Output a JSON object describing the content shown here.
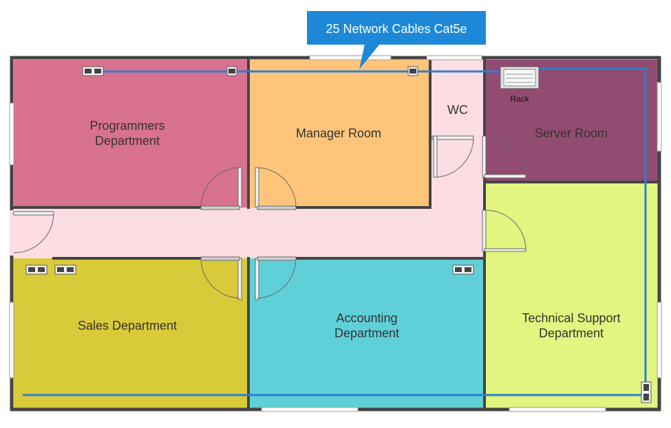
{
  "callout": {
    "label": "25 Network Cables Cat5e",
    "fill": "#1e88d8",
    "text_color": "#ffffff"
  },
  "cable_color": "#2a7fd4",
  "wall_color": "#444444",
  "rooms": {
    "programmers": {
      "label_line1": "Programmers",
      "label_line2": "Department",
      "fill": "#d9728f"
    },
    "manager": {
      "label": "Manager Room",
      "fill": "#fec57a"
    },
    "wc": {
      "label": "WC",
      "fill": "#fcdde4"
    },
    "server": {
      "label": "Server Room",
      "fill": "#924c72"
    },
    "rack": {
      "label": "Rack"
    },
    "corridor": {
      "fill": "#fcdde4"
    },
    "sales": {
      "label": "Sales Department",
      "fill": "#d9ca3a"
    },
    "accounting": {
      "label_line1": "Accounting",
      "label_line2": "Department",
      "fill": "#60d0d8"
    },
    "tech_support": {
      "label_line1": "Technical Support",
      "label_line2": "Department",
      "fill": "#e1f580"
    }
  }
}
